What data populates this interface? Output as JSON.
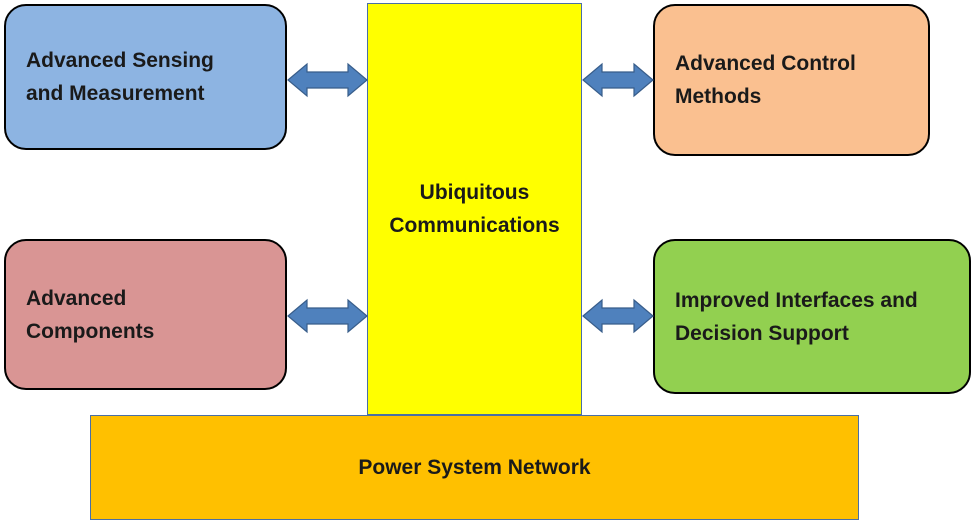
{
  "nodes": {
    "sensing": {
      "label": "Advanced Sensing\nand Measurement",
      "color": "#8db4e2"
    },
    "control": {
      "label": "Advanced Control\nMethods",
      "color": "#fac090"
    },
    "components": {
      "label": "Advanced\nComponents",
      "color": "#d99594"
    },
    "interfaces": {
      "label": "Improved Interfaces and\nDecision Support",
      "color": "#92d050"
    },
    "communications": {
      "label": "Ubiquitous\nCommunications",
      "color": "#ffff00"
    },
    "power": {
      "label": "Power System Network",
      "color": "#ffc000"
    }
  },
  "arrow_color": "#4f81bd",
  "edges": [
    {
      "from": "sensing",
      "to": "communications",
      "type": "bidirectional"
    },
    {
      "from": "components",
      "to": "communications",
      "type": "bidirectional"
    },
    {
      "from": "communications",
      "to": "control",
      "type": "bidirectional"
    },
    {
      "from": "communications",
      "to": "interfaces",
      "type": "bidirectional"
    }
  ]
}
